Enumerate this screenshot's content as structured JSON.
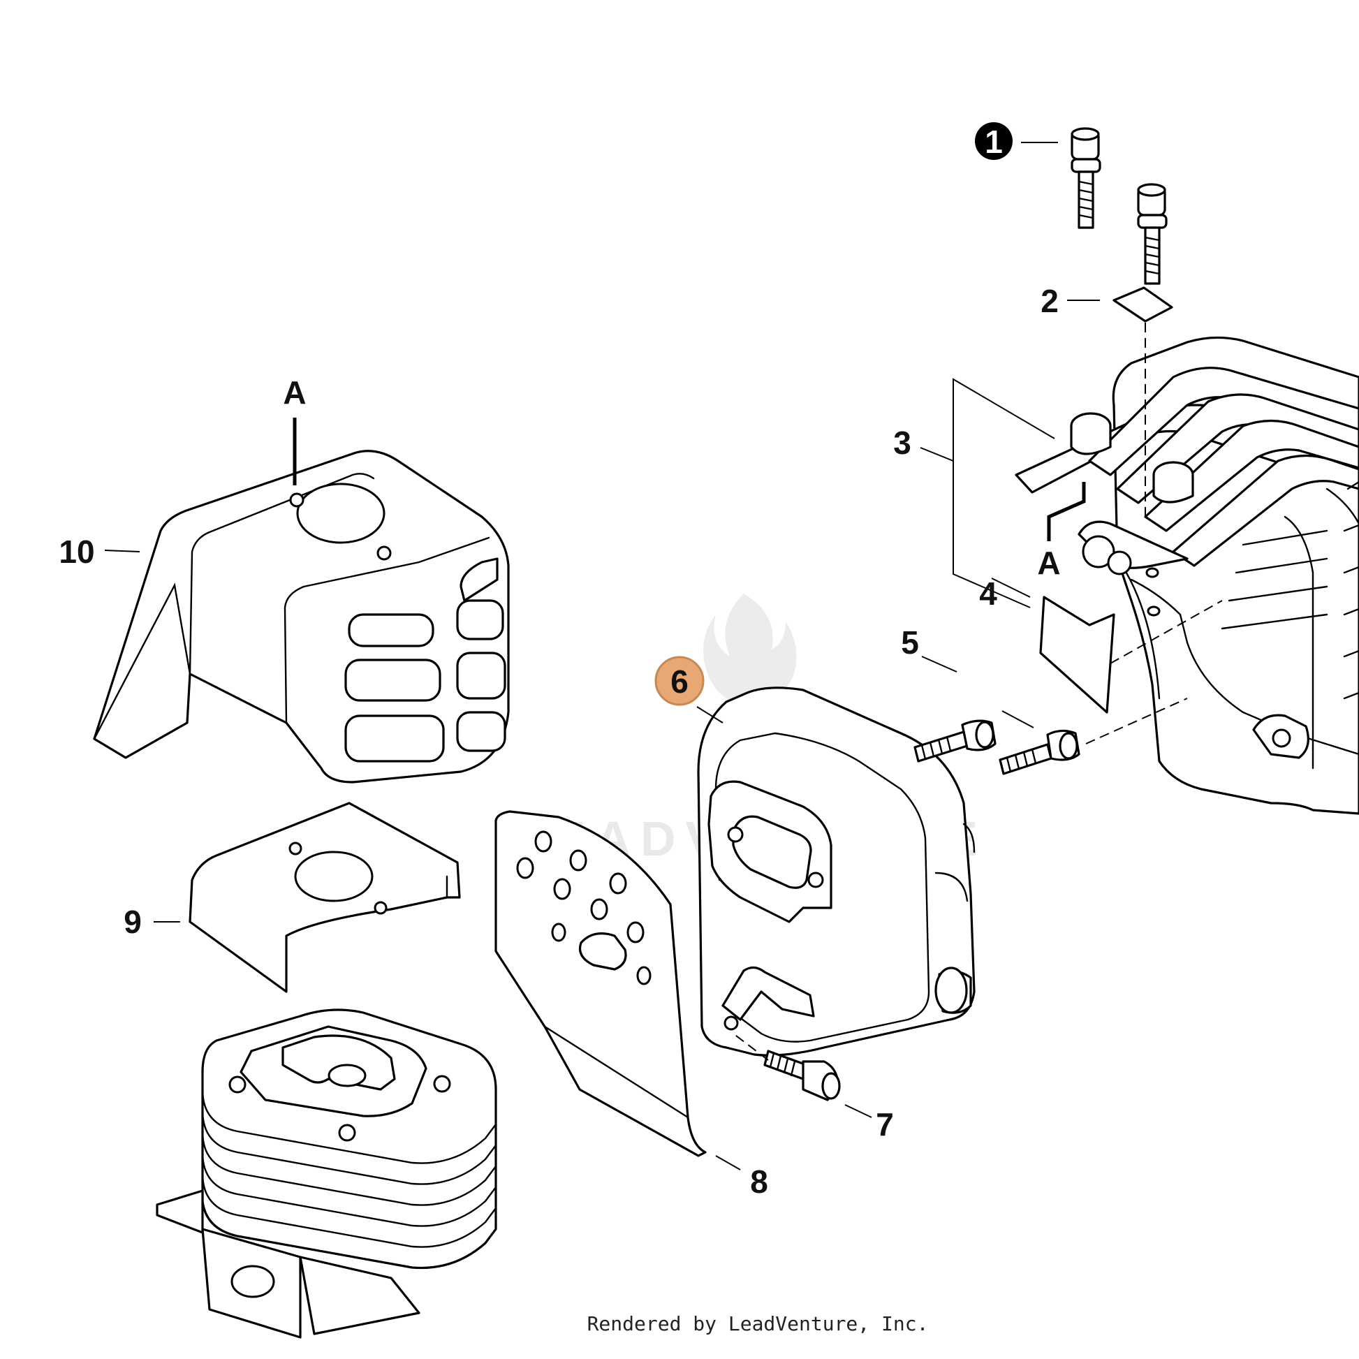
{
  "diagram": {
    "callouts": [
      {
        "id": "1",
        "label": "1",
        "style": "filled-black"
      },
      {
        "id": "2",
        "label": "2"
      },
      {
        "id": "3",
        "label": "3"
      },
      {
        "id": "4",
        "label": "4"
      },
      {
        "id": "5",
        "label": "5"
      },
      {
        "id": "6",
        "label": "6",
        "style": "highlighted",
        "highlight_color": "#e8a874"
      },
      {
        "id": "7",
        "label": "7"
      },
      {
        "id": "8",
        "label": "8"
      },
      {
        "id": "9",
        "label": "9"
      },
      {
        "id": "10",
        "label": "10"
      }
    ],
    "reference_marks": {
      "a_top": "A",
      "a_right": "A"
    },
    "watermark": "LEADVENTURE",
    "credit": "Rendered by LeadVenture, Inc."
  },
  "colors": {
    "line": "#000000",
    "background": "#ffffff",
    "highlight": "#e8a874",
    "watermark": "#e9e9e9"
  }
}
